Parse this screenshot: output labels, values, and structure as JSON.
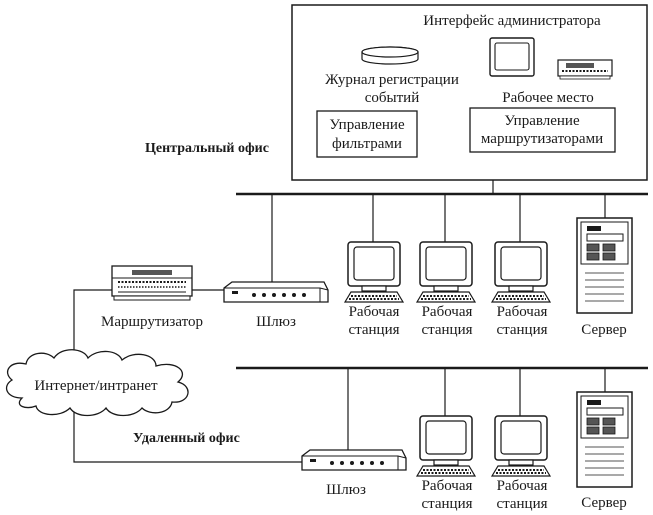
{
  "admin": {
    "title": "Интерфейс администратора",
    "event_log": [
      "Журнал регистрации",
      "событий"
    ],
    "workplace": "Рабочее место",
    "filter_mgmt": [
      "Управление",
      "фильтрами"
    ],
    "router_mgmt": [
      "Управление",
      "маршрутизаторами"
    ]
  },
  "offices": {
    "central": "Центральный офис",
    "remote": "Удаленный офис"
  },
  "devices": {
    "router": "Маршрутизатор",
    "gateway": "Шлюз",
    "workstation": [
      "Рабочая",
      "станция"
    ],
    "server": "Сервер",
    "internet": "Интернет/интранет"
  },
  "colors": {
    "line": "#1a1a1a",
    "background": "#ffffff",
    "screen": "#ffffff",
    "device_shade": "#555555"
  }
}
